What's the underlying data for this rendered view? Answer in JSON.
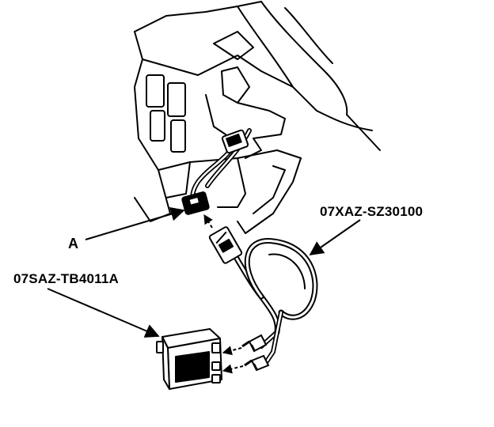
{
  "callouts": {
    "connector_a": "A",
    "adapter_cable": "07XAZ-SZ30100",
    "test_box": "07SAZ-TB4011A"
  },
  "colors": {
    "ink": "#000000",
    "paper": "#ffffff"
  }
}
